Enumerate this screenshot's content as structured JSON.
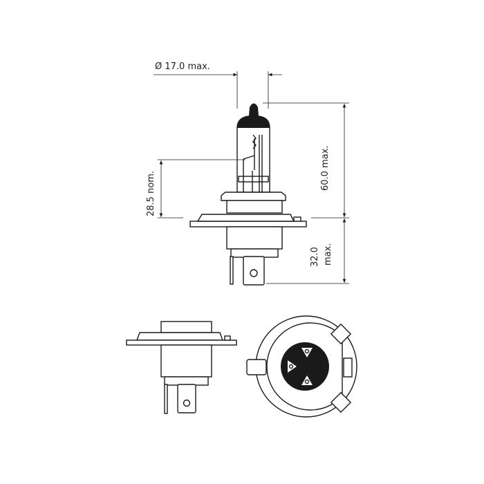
{
  "diagram": {
    "dimensions": {
      "diameter": "Ø 17.0 max.",
      "overall_length": "60.0 max.",
      "light_center": "28.5 nom.",
      "base_length_value": "32.0",
      "base_length_suffix": "max."
    },
    "views": [
      "side-view-with-dimensions",
      "side-view-base",
      "bottom-view-base"
    ]
  }
}
